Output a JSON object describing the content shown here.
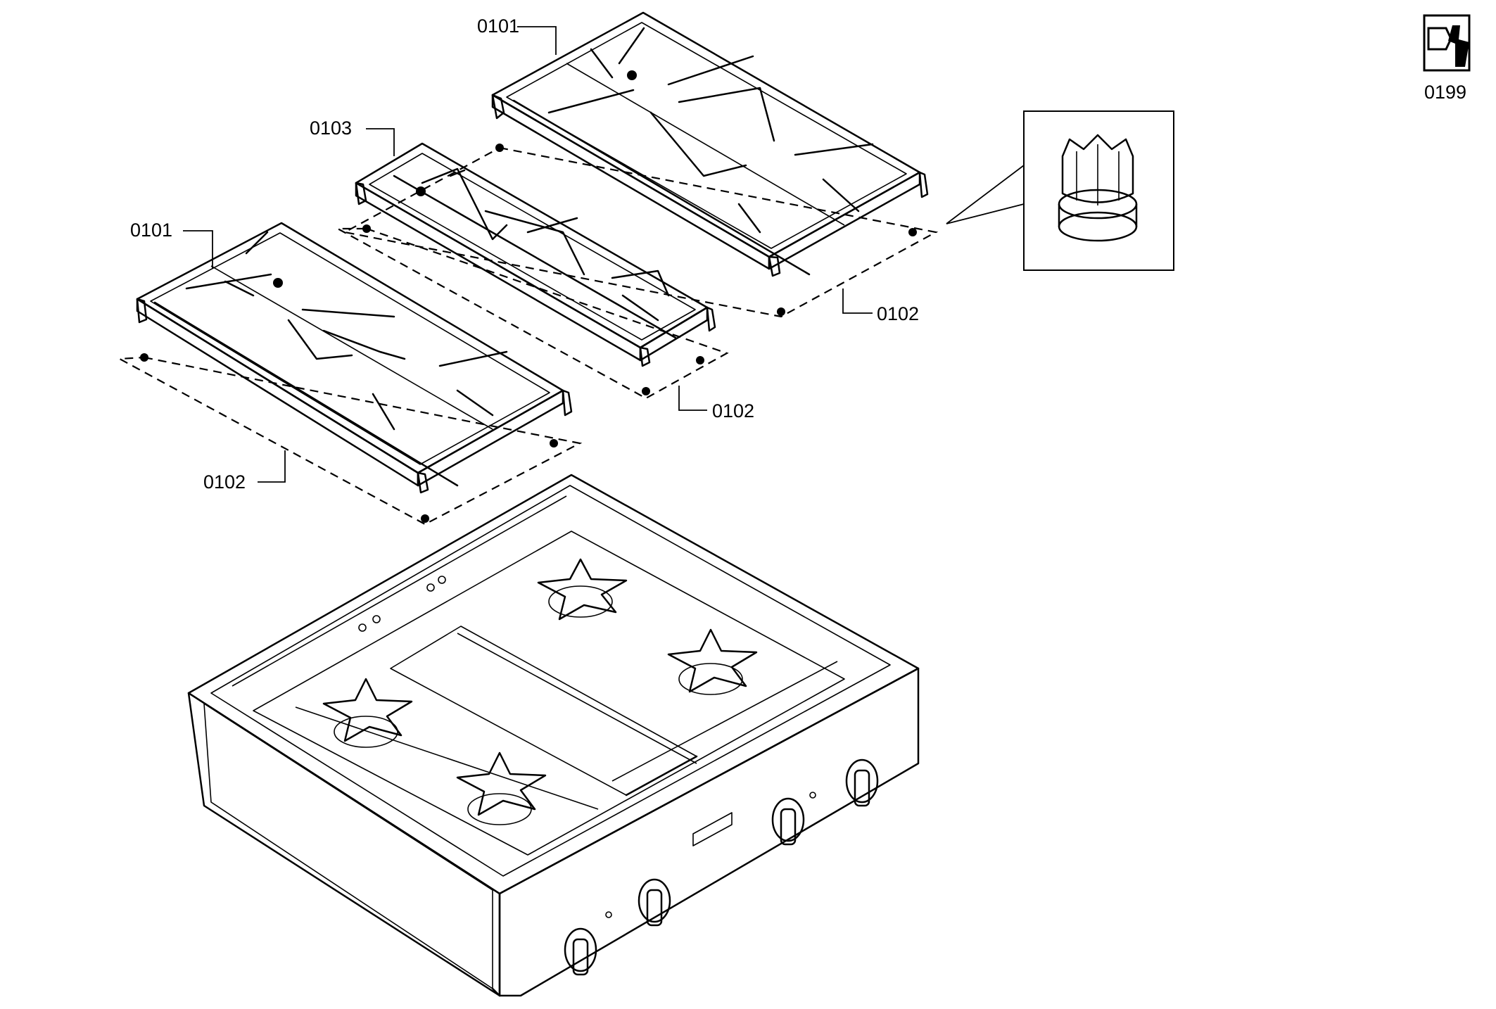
{
  "callouts": {
    "grate_back_right": "0101",
    "grate_center": "0103",
    "grate_front_left": "0101",
    "feet_back_right": "0102",
    "feet_center": "0102",
    "feet_front_left": "0102",
    "service_tool": "0199"
  },
  "icons": {
    "service": "wrench-service-icon",
    "detail": "grate-foot-detail-icon"
  }
}
